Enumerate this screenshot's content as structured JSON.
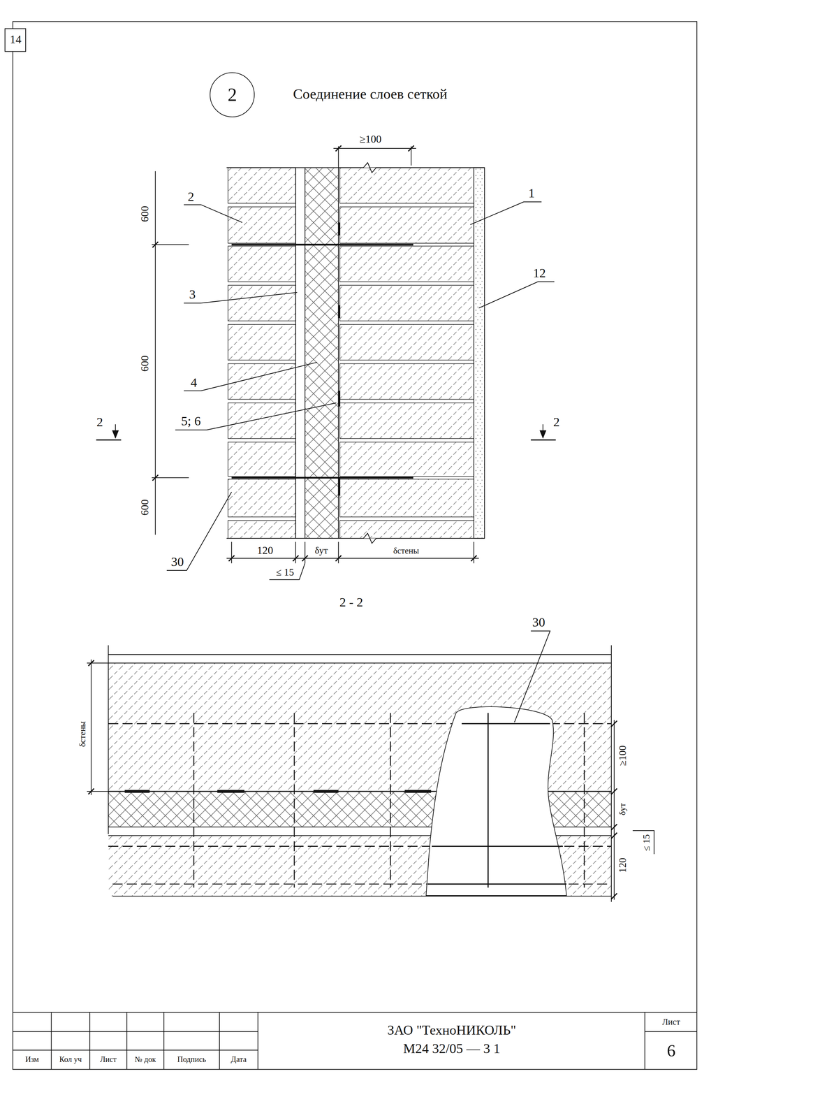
{
  "diagram": {
    "title": "Соединение слоев сеткой",
    "nodes": [
      {
        "text": [
          "2"
        ]
      }
    ],
    "labels": [
      "14",
      "≥100",
      "2",
      "1",
      "600",
      "12",
      "3",
      "600",
      "4",
      "5; 6",
      "2",
      "2",
      "600",
      "30",
      "120",
      "δут",
      "δстены",
      "≤ 15",
      "2 - 2",
      "30",
      "δстены",
      "≥100",
      "δут",
      "≤ 15",
      "120",
      "Изм",
      "Кол уч",
      "Лист",
      "№ док",
      "Подпись",
      "Дата",
      "ЗАО \"ТехноНИКОЛЬ\"",
      "М24 32/05 — 3 1",
      "Лист",
      "6"
    ]
  }
}
